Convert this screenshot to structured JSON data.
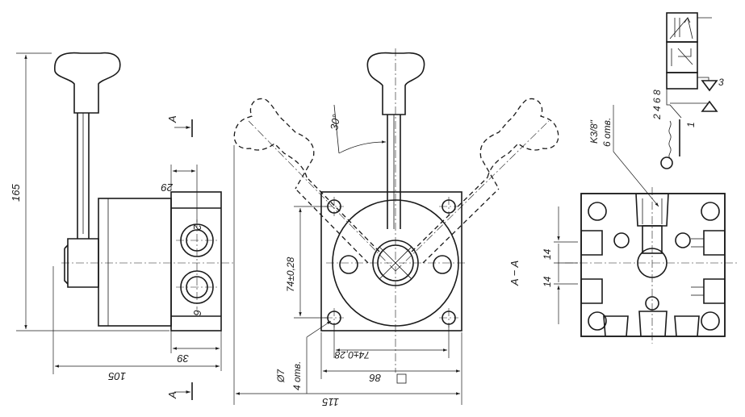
{
  "dimensions": {
    "height_165": "165",
    "width_105": "105",
    "dim_39": "39",
    "dim_29": "29",
    "dim_74_vertical": "74±0,28",
    "dim_74_horizontal": "74±0,28",
    "dim_115": "115",
    "dim_86": "86",
    "dim_14_upper": "14",
    "dim_14_lower": "14"
  },
  "labels": {
    "angle": "30°",
    "section_mark_top": "A",
    "section_mark_bottom": "A",
    "section_title": "A − A",
    "thread_size": "K3/8\"",
    "thread_count": "6 отв.",
    "hole_diameter": "Ø7",
    "hole_count": "4 отв.",
    "port_2": "2",
    "port_6": "6",
    "ports_left": "2 4 6 8",
    "port_right_3": "3",
    "port_right_1": "1"
  }
}
